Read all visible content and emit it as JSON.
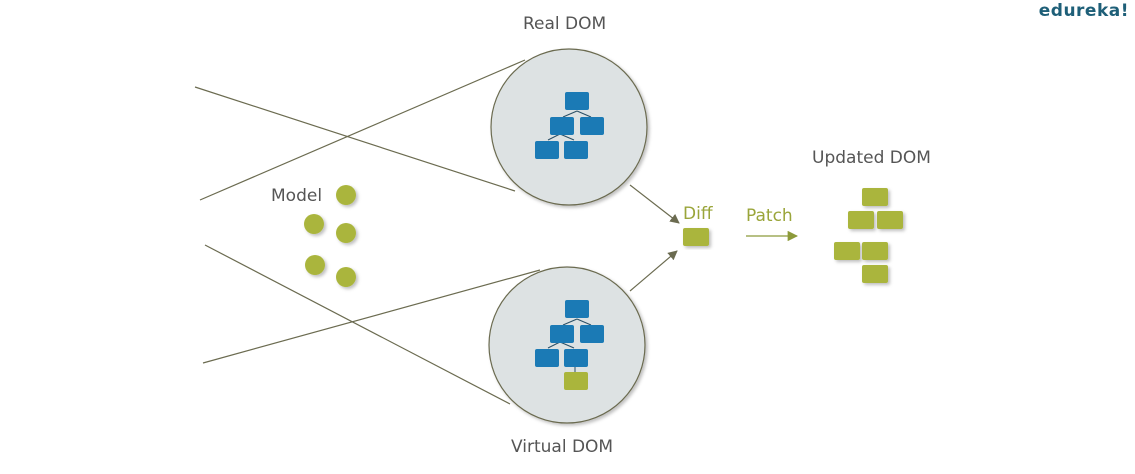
{
  "brand": "edureka!",
  "labels": {
    "real_dom": "Real DOM",
    "virtual_dom": "Virtual DOM",
    "model": "Model",
    "diff": "Diff",
    "patch": "Patch",
    "updated_dom": "Updated DOM"
  },
  "colors": {
    "blue_node": "#1b7ab5",
    "olive_node": "#aab53c",
    "circle_fill": "#dde2e3",
    "line": "#6b6b50",
    "arrow_olive": "#8c9a3a",
    "text_dark": "#555555",
    "text_olive": "#9aa53a",
    "brand": "#1e5f78"
  }
}
